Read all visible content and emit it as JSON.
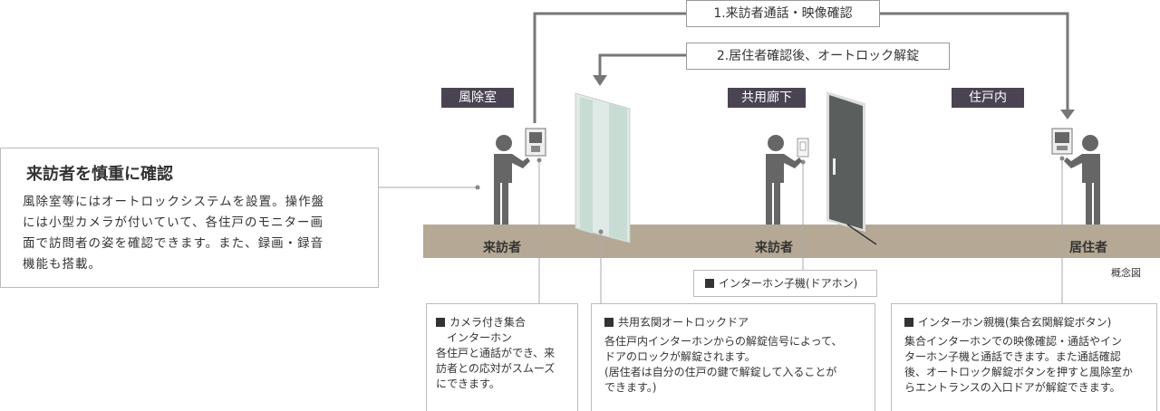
{
  "intro": {
    "title": "来訪者を慎重に確認",
    "body": [
      "風除室等にはオートロックシステムを設置。操作盤",
      "には小型カメラが付いていて、各住戸のモニター画",
      "面で訪問者の姿を確認できます。また、録画・録音",
      "機能も搭載。"
    ]
  },
  "steps": [
    "1.来訪者通話・映像確認",
    "2.居住者確認後、オートロック解錠"
  ],
  "areas": [
    "風除室",
    "共用廊下",
    "住戸内"
  ],
  "people": [
    "来訪者",
    "来訪者",
    "居住者"
  ],
  "concept_label": "概念図",
  "door_phone_label": "インターホン子機(ドアホン)",
  "notes": [
    {
      "title": [
        "カメラ付き集合",
        "インターホン"
      ],
      "body": [
        "各住戸と通話ができ、来",
        "訪者との応対がスムーズ",
        "にできます。"
      ]
    },
    {
      "title": [
        "共用玄関オートロックドア"
      ],
      "body": [
        "各住戸内インターホンからの解錠信号によって、",
        "ドアのロックが解錠されます。",
        "(居住者は自分の住戸の鍵で解錠して入ることが",
        "できます。)"
      ]
    },
    {
      "title": [
        "インターホン親機(集合玄関解錠ボタン)"
      ],
      "body": [
        "集合インターホンでの映像確認・通話やイン",
        "ターホン子機と通話できます。また通話確認",
        "後、オートロック解錠ボタンを押すと風除室か",
        "らエントランスの入口ドアが解錠できます。"
      ]
    }
  ],
  "colors": {
    "tag": "#4a4452",
    "floor": "#b5a995",
    "figure": "#666666",
    "door": "#5a5f5e",
    "glass": "#d3e2dc"
  }
}
